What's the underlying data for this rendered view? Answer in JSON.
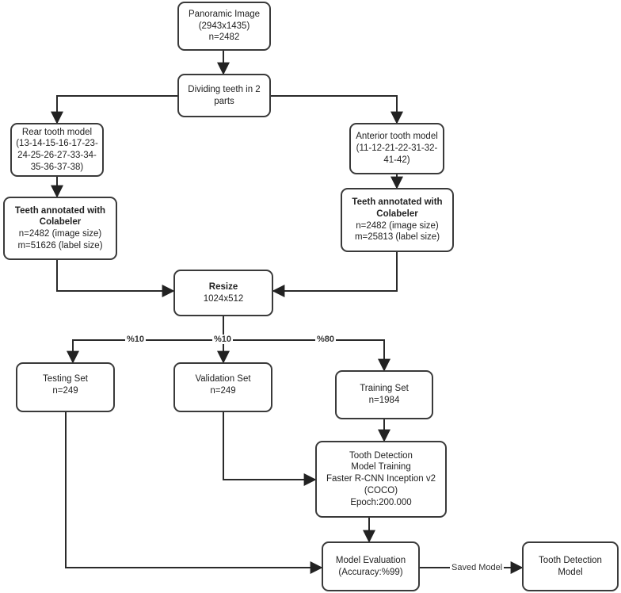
{
  "nodes": {
    "panoramic": {
      "lines": [
        "Panoramic Image",
        "(2943x1435)",
        "n=2482"
      ]
    },
    "dividing": {
      "lines": [
        "Dividing teeth in 2",
        "parts"
      ]
    },
    "rear_model": {
      "lines": [
        "Rear tooth model",
        "(13-14-15-16-17-23-",
        "24-25-26-27-33-34-",
        "35-36-37-38)"
      ]
    },
    "anterior_model": {
      "lines": [
        "Anterior tooth model",
        "(11-12-21-22-31-32-",
        "41-42)"
      ]
    },
    "rear_annot": {
      "head": [
        "Teeth annotated with",
        "Colabeler"
      ],
      "lines": [
        "n=2482 (image size)",
        "m=51626 (label size)"
      ]
    },
    "anterior_annot": {
      "head": [
        "Teeth annotated with",
        "Colabeler"
      ],
      "lines": [
        "n=2482 (image size)",
        "m=25813 (label size)"
      ]
    },
    "resize": {
      "head": [
        "Resize"
      ],
      "lines": [
        "1024x512"
      ]
    },
    "testing": {
      "lines": [
        "Testing Set",
        "n=249"
      ]
    },
    "validation": {
      "lines": [
        "Validation Set",
        "n=249"
      ]
    },
    "training": {
      "lines": [
        "Training Set",
        "n=1984"
      ]
    },
    "training_model": {
      "lines": [
        "Tooth Detection",
        "Model Training",
        "Faster R-CNN Inception v2",
        "(COCO)",
        "Epoch:200.000"
      ]
    },
    "evaluation": {
      "lines": [
        "Model Evaluation",
        "(Accuracy:%99)"
      ]
    },
    "final_model": {
      "lines": [
        "Tooth Detection",
        "Model"
      ]
    }
  },
  "edge_labels": {
    "testing_split": "%10",
    "validation_split": "%10",
    "training_split": "%80",
    "saved_model": "Saved Model"
  }
}
